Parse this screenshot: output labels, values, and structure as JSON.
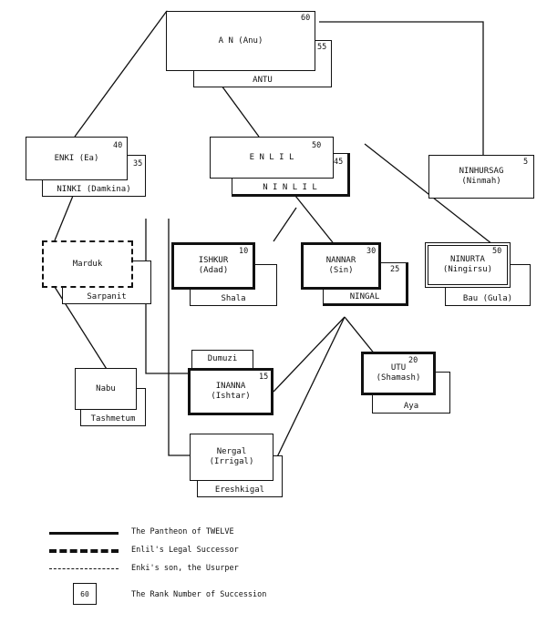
{
  "deities": {
    "anu": {
      "name": "A N (Anu)",
      "rank": "60"
    },
    "antu": {
      "name": "ANTU",
      "rank": "55"
    },
    "enki": {
      "name": "ENKI (Ea)",
      "rank": "40"
    },
    "ninki": {
      "name": "NINKI (Damkina)",
      "rank": "35"
    },
    "enlil": {
      "name": "E N L I L",
      "rank": "50"
    },
    "ninlil": {
      "name": "N I N L I L",
      "rank": "45"
    },
    "ninhursag": {
      "name": "NINHURSAG",
      "alt": "(Ninmah)",
      "rank": "5"
    },
    "marduk": {
      "name": "Marduk"
    },
    "sarpanit": {
      "name": "Sarpanit"
    },
    "ishkur": {
      "name": "ISHKUR",
      "alt": "(Adad)",
      "rank": "10"
    },
    "shala": {
      "name": "Shala"
    },
    "nannar": {
      "name": "NANNAR",
      "alt": "(Sin)",
      "rank": "30"
    },
    "ningal": {
      "name": "NINGAL",
      "rank": "25"
    },
    "ninurta": {
      "name": "NINURTA",
      "alt": "(Ningirsu)",
      "rank": "50"
    },
    "bau": {
      "name": "Bau (Gula)"
    },
    "dumuzi": {
      "name": "Dumuzi"
    },
    "inanna": {
      "name": "INANNA",
      "alt": "(Ishtar)",
      "rank": "15"
    },
    "utu": {
      "name": "UTU",
      "alt": "(Shamash)",
      "rank": "20"
    },
    "aya": {
      "name": "Aya"
    },
    "nabu": {
      "name": "Nabu"
    },
    "tashmetum": {
      "name": "Tashmetum"
    },
    "nergal": {
      "name": "Nergal",
      "alt": "(Irrigal)"
    },
    "ereshkigal": {
      "name": "Ereshkigal"
    }
  },
  "legend": {
    "twelve": "The Pantheon of TWELVE",
    "successor": "Enlil's Legal Successor",
    "usurper": "Enki's son, the Usurper",
    "rank_label": "The Rank Number of Succession",
    "rank_sample": "60"
  }
}
